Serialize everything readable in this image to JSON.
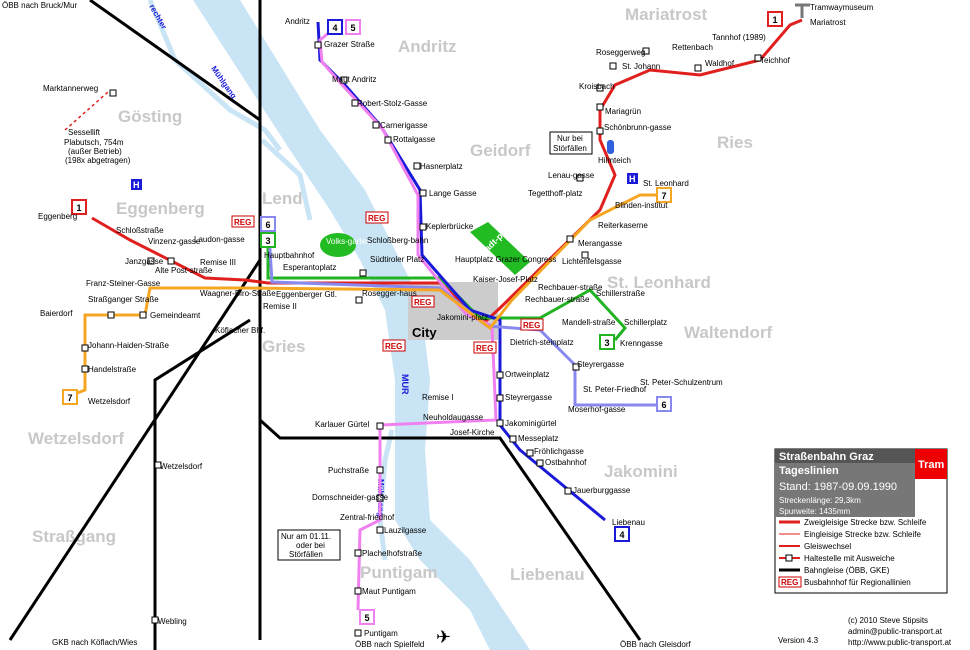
{
  "districts": [
    "Mariatrost",
    "Andritz",
    "Gösting",
    "Geidorf",
    "Ries",
    "Eggenberg",
    "Lend",
    "St. Leonhard",
    "Waltendorf",
    "Gries",
    "Wetzelsdorf",
    "Jakomini",
    "Straßgang",
    "Puntigam",
    "Liebenau"
  ],
  "rivers": {
    "mur": "MUR",
    "muehlgang_north": "Mühlgang",
    "muehlgang_south": "Mühlgang",
    "rechter": "rechter"
  },
  "city_label": "City",
  "railway_labels": {
    "nw": "ÖBB nach Bruck/Mur",
    "sw": "GKB nach Köflach/Wies",
    "s": "ÖBB nach Spielfeld",
    "se": "ÖBB nach Gleisdorf"
  },
  "stops": {
    "andritz": "Andritz",
    "grazer_str": "Grazer Straße",
    "maut_andritz": "Maut Andritz",
    "robert_stolz": "Robert-Stolz-Gasse",
    "carnerigasse": "Carnerigasse",
    "rottalgasse": "Rottalgasse",
    "hasnerplatz": "Hasnerplatz",
    "lange_gasse": "Lange Gasse",
    "keplerbruecke": "Keplerbrücke",
    "schlossbergbahn": "Schloßberg-bahn",
    "hauptplatz": "Hauptplatz Grazer Congress",
    "kaiser_josef": "Kaiser-Josef-Platz",
    "jakominiplatz": "Jakomini-platz",
    "suedtiroler": "Südtiroler Platz",
    "rosegger": "Rosegger-haus",
    "hauptbahnhof": "Hauptbahnhof",
    "esperanto": "Esperantoplatz",
    "eggenberger_gtl": "Eggenberger Gtl.",
    "remise2": "Remise II",
    "remise3": "Remise III",
    "laudongasse": "Laudon-gasse",
    "vinzenzgasse": "Vinzenz-gasse",
    "schlossstrasse": "Schloßstraße",
    "eggenberg": "Eggenberg",
    "janzgasse": "Janzgasse",
    "alte_post": "Alte Post-straße",
    "waagner_biro": "Waagner-Biro-Straße",
    "franz_steiner": "Franz-Steiner-Gasse",
    "strassganger": "Straßganger Straße",
    "baiersdorf": "Baierdorf",
    "gemeindeamt": "Gemeindeamt",
    "johann_haiden": "Johann-Haiden-Straße",
    "handelstrasse": "Handelstraße",
    "wetzelsdorf": "Wetzelsdorf",
    "koeflacher": "Köflacher Bhf.",
    "wetzelsdorf_rail": "Wetzelsdorf",
    "webling": "Webling",
    "ortweinplatz": "Ortweinplatz",
    "steyrergasse": "Steyrergasse",
    "remise1": "Remise I",
    "neuholdaugasse": "Neuholdaugasse",
    "josef_kirche": "Josef-Kirche",
    "karlauer": "Karlauer Gürtel",
    "jakominiguertel": "Jakominigürtel",
    "messeplatz": "Messeplatz",
    "froehlichgasse": "Fröhlichgasse",
    "ostbahnhof": "Ostbahnhof",
    "jauerburggasse": "Jauerburggasse",
    "liebenau": "Liebenau",
    "puchstrasse": "Puchstraße",
    "dornschneider": "Dornschneider-gasse",
    "zentralfriedhof": "Zentral-friedhof",
    "lauzilgasse": "Lauzilgasse",
    "plachelhof": "Plachelhofstraße",
    "maut_puntigam": "Maut Puntigam",
    "puntigam": "Puntigam",
    "dietrichstein": "Dietrich-steinplatz",
    "mandellstrasse": "Mandell-straße",
    "rechbauerstr1": "Rechbauer-straße",
    "rechbauerstr2": "Rechbauer-straße",
    "schillerstrasse": "Schillerstraße",
    "schillerplatz": "Schillerplatz",
    "krenngasse": "Krenngasse",
    "steyrergasse2": "Steyrergasse",
    "st_peter_friedhof": "St. Peter-Friedhof",
    "st_peter_schulzentrum": "St. Peter-Schulzentrum",
    "moserhofgasse": "Moserhof-gasse",
    "lichtenfels": "Lichtenfelsgasse",
    "merangasse": "Merangasse",
    "reiterkaserne": "Reiterkaserne",
    "blindeninstitut": "Blinden-institut",
    "st_leonhard": "St. Leonhard",
    "tegetthoff": "Tegetthoff-platz",
    "lenaugasse": "Lenau-gasse",
    "hilmteich": "Hilmteich",
    "schoenbrunngasse": "Schönbrunn-gasse",
    "mariagruen": "Mariagrün",
    "kroisbach": "Kroisbach",
    "st_johann": "St. Johann",
    "roseggerweg": "Roseggerweg",
    "rettenbach": "Rettenbach",
    "waldhof": "Waldhof",
    "teichhof": "Teichhof",
    "tannhof": "Tannhof (1989)",
    "mariatrost": "Mariatrost",
    "tramwaymuseum": "Tramwaymuseum",
    "marktannerweg": "Marktannerweg",
    "sessellift": "Sessellift",
    "plabutsch": "Plabutsch, 754m",
    "ausser_betrieb": "(außer Betrieb)",
    "abgetragen": "(198x abgetragen)",
    "volksgarten": "Volks-garten",
    "stadtpark": "Stadt-park"
  },
  "notes": {
    "stoerfall1": [
      "Nur bei",
      "Störfällen"
    ],
    "stoerfall2": [
      "Nur am 01.11.",
      "oder bei",
      "Störfällen"
    ]
  },
  "line_numbers": [
    "1",
    "3",
    "4",
    "5",
    "6",
    "7"
  ],
  "reg_label": "REG",
  "bus_label": "H",
  "legend": {
    "title": "Straßenbahn Graz",
    "subtitle": "Tageslinien",
    "stand": "Stand: 1987-09.09.1990",
    "streckenlaenge": "Streckenlänge: 29,3km",
    "spurweite": "Spurweite: 1435mm",
    "tram_badge": "Tram",
    "items": [
      "Zweigleisige Strecke bzw. Schleife",
      "Eingleisige Strecke bzw. Schleife",
      "Gleiswechsel",
      "Haltestelle mit Ausweiche",
      "Bahngleise (ÖBB, GKE)",
      "Busbahnhof für Regionallinien"
    ]
  },
  "credits": {
    "version": "Version 4.3",
    "copyright": "(c) 2010 Steve Stipsits",
    "email": "admin@public-transport.at",
    "url": "http://www.public-transport.at"
  },
  "colors": {
    "line1": "#e0201e",
    "line3": "#22b322",
    "line4": "#1a1ad8",
    "line5": "#f080f0",
    "line6": "#8888ee",
    "line7": "#f5a623",
    "river": "#c8e4f5",
    "city": "#cccccc",
    "park": "#22bb22"
  }
}
